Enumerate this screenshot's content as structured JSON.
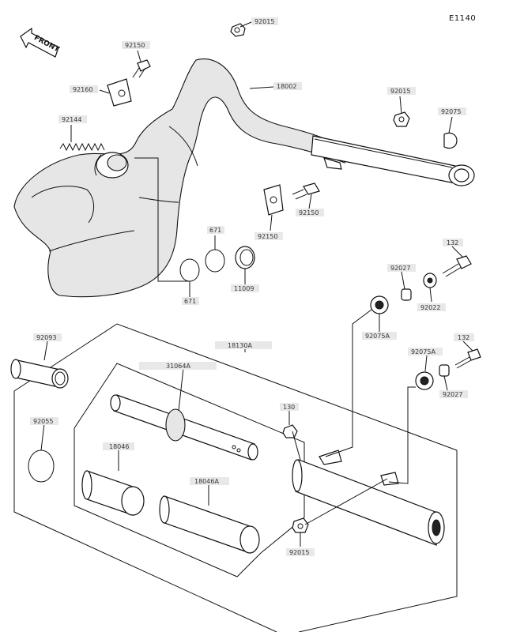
{
  "diagram": {
    "id": "E1140",
    "front_label": "FRONT"
  },
  "callouts": [
    {
      "name": "callout-92015-top",
      "text": "92015"
    },
    {
      "name": "callout-92150-top",
      "text": "92150"
    },
    {
      "name": "callout-92160",
      "text": "92160"
    },
    {
      "name": "callout-18002",
      "text": "18002"
    },
    {
      "name": "callout-92015-right",
      "text": "92015"
    },
    {
      "name": "callout-92075",
      "text": "92075"
    },
    {
      "name": "callout-92144",
      "text": "92144"
    },
    {
      "name": "callout-92150-mid",
      "text": "92150"
    },
    {
      "name": "callout-92150-low",
      "text": "92150"
    },
    {
      "name": "callout-671-a",
      "text": "671"
    },
    {
      "name": "callout-671-b",
      "text": "671"
    },
    {
      "name": "callout-11009",
      "text": "11009"
    },
    {
      "name": "callout-132-top",
      "text": "132"
    },
    {
      "name": "callout-92027-top",
      "text": "92027"
    },
    {
      "name": "callout-92022",
      "text": "92022"
    },
    {
      "name": "callout-92075a-top",
      "text": "92075A"
    },
    {
      "name": "callout-92093",
      "text": "92093"
    },
    {
      "name": "callout-18130a",
      "text": "18130A"
    },
    {
      "name": "callout-31064a",
      "text": "31064A"
    },
    {
      "name": "callout-92075a-low",
      "text": "92075A"
    },
    {
      "name": "callout-132-low",
      "text": "132"
    },
    {
      "name": "callout-92027-low",
      "text": "92027"
    },
    {
      "name": "callout-92055",
      "text": "92055"
    },
    {
      "name": "callout-130",
      "text": "130"
    },
    {
      "name": "callout-18046",
      "text": "18046"
    },
    {
      "name": "callout-18046a",
      "text": "18046A"
    },
    {
      "name": "callout-92015-bottom",
      "text": "92015"
    }
  ]
}
